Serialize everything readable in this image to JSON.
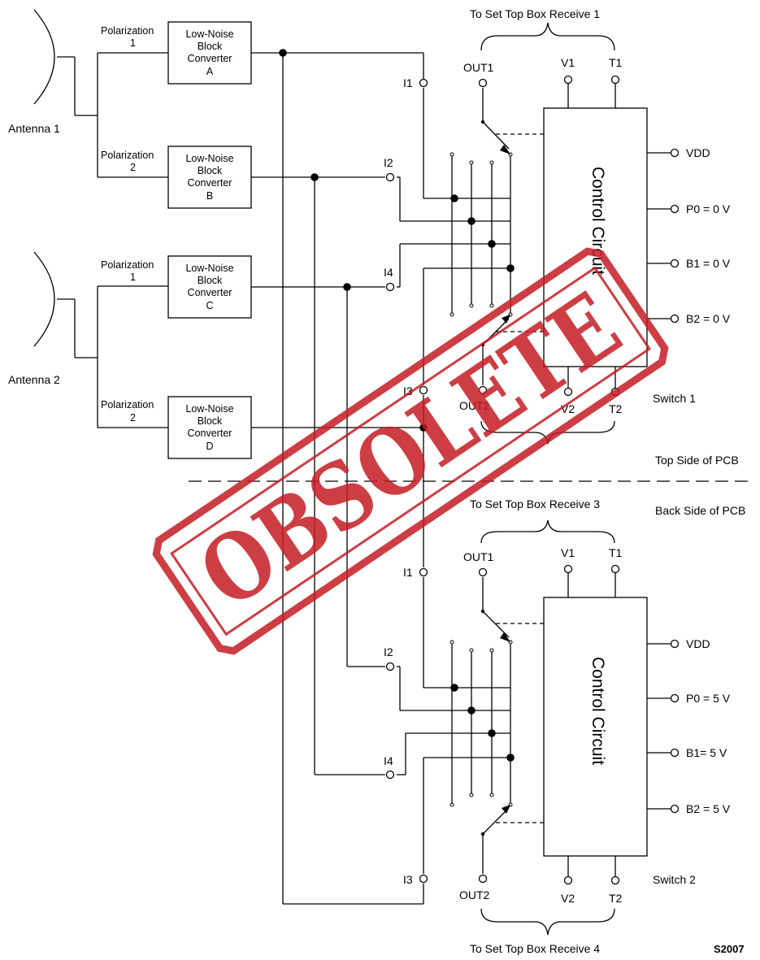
{
  "antennas": [
    "Antenna 1",
    "Antenna 2"
  ],
  "polarizations": [
    {
      "name": "Polarization",
      "num": "1"
    },
    {
      "name": "Polarization",
      "num": "2"
    },
    {
      "name": "Polarization",
      "num": "1"
    },
    {
      "name": "Polarization",
      "num": "2"
    }
  ],
  "lnb": {
    "line1": "Low-Noise",
    "line2": "Block",
    "line3": "Converter",
    "letters": [
      "A",
      "B",
      "C",
      "D"
    ]
  },
  "switch1": {
    "name": "Switch 1",
    "receive_top": "To Set Top Box Receive 1",
    "inputs": [
      "I1",
      "I2",
      "I4",
      "I3"
    ],
    "out1": "OUT1",
    "out2": "OUT2",
    "v1": "V1",
    "t1": "T1",
    "v2": "V2",
    "t2": "T2",
    "control": "Control Circuit",
    "pins": [
      "VDD",
      "P0 = 0 V",
      "B1 = 0 V",
      "B2 = 0 V"
    ]
  },
  "switch2": {
    "name": "Switch 2",
    "receive_top": "To Set Top Box Receive 3",
    "receive_bottom": "To Set Top Box Receive 4",
    "inputs": [
      "I1",
      "I2",
      "I4",
      "I3"
    ],
    "out1": "OUT1",
    "out2": "OUT2",
    "v1": "V1",
    "t1": "T1",
    "v2": "V2",
    "t2": "T2",
    "control": "Control Circuit",
    "pins": [
      "VDD",
      "P0 = 5 V",
      "B1= 5 V",
      "B2 = 5 V"
    ]
  },
  "pcb": {
    "top": "Top Side of PCB",
    "back": "Back Side of PCB"
  },
  "figure_id": "S2007",
  "stamp": "OBSOLETE"
}
